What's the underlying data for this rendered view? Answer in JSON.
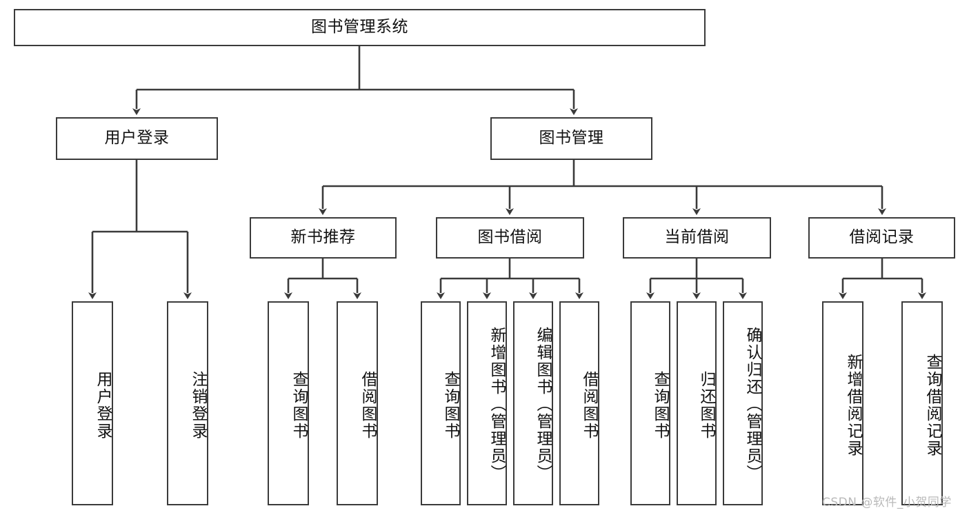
{
  "diagram": {
    "title": "图书管理系统",
    "type": "tree-hierarchy-diagram",
    "colors": {
      "box_border": "#3a3a3a",
      "box_fill": "#ffffff",
      "connector": "#3a3a3a",
      "text": "#111111",
      "watermark": "#b9b9b9"
    },
    "root": {
      "label": "图书管理系统"
    },
    "level2": [
      {
        "label": "用户登录"
      },
      {
        "label": "图书管理"
      }
    ],
    "level3": [
      {
        "label": "新书推荐"
      },
      {
        "label": "图书借阅"
      },
      {
        "label": "当前借阅"
      },
      {
        "label": "借阅记录"
      }
    ],
    "leaves": {
      "user_login": [
        {
          "label": "用户登录"
        },
        {
          "label": "注销登录"
        }
      ],
      "new_book_recommend": [
        {
          "label": "查询图书"
        },
        {
          "label": "借阅图书"
        }
      ],
      "book_borrow": [
        {
          "label": "查询图书"
        },
        {
          "label": "新增图书（管理员）"
        },
        {
          "label": "编辑图书（管理员）"
        },
        {
          "label": "借阅图书"
        }
      ],
      "current_borrow": [
        {
          "label": "查询图书"
        },
        {
          "label": "归还图书"
        },
        {
          "label": "确认归还（管理员）"
        }
      ],
      "borrow_record": [
        {
          "label": "新增借阅记录"
        },
        {
          "label": "查询借阅记录"
        }
      ]
    },
    "watermark": "CSDN @软件_小贺同学"
  }
}
